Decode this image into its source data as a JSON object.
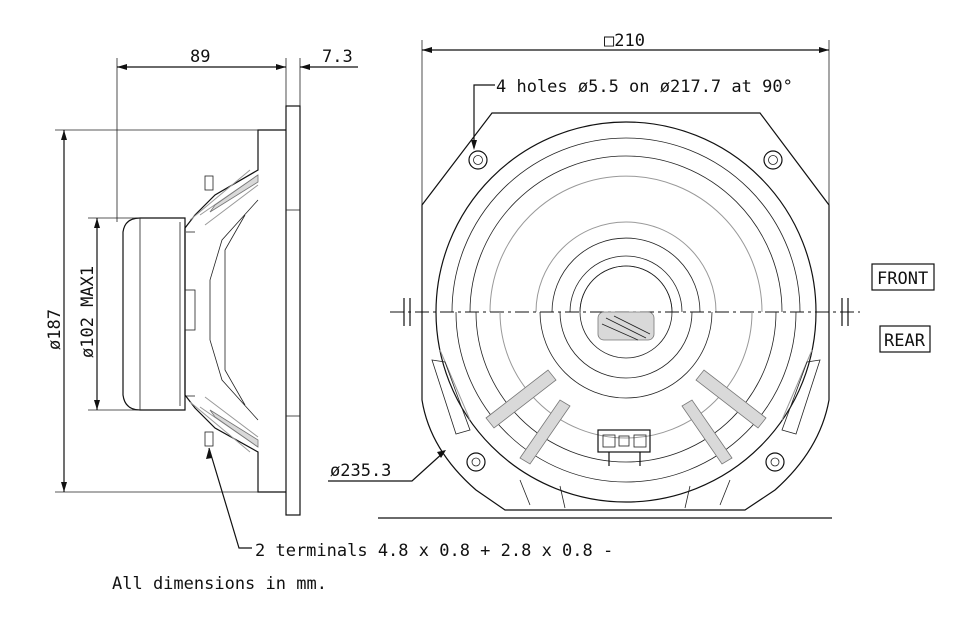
{
  "dimensions": {
    "depth": "89",
    "flange": "7.3",
    "square": "□210",
    "outer_dia": "ø187",
    "magnet_dia": "ø102 MAX1",
    "rear_dia": "ø235.3"
  },
  "notes": {
    "holes": "4 holes ø5.5 on ø217.7 at 90°",
    "terminals": "2 terminals 4.8 x 0.8 + 2.8 x 0.8 -",
    "units": "All dimensions in mm."
  },
  "views": {
    "front": "FRONT",
    "rear": "REAR"
  }
}
